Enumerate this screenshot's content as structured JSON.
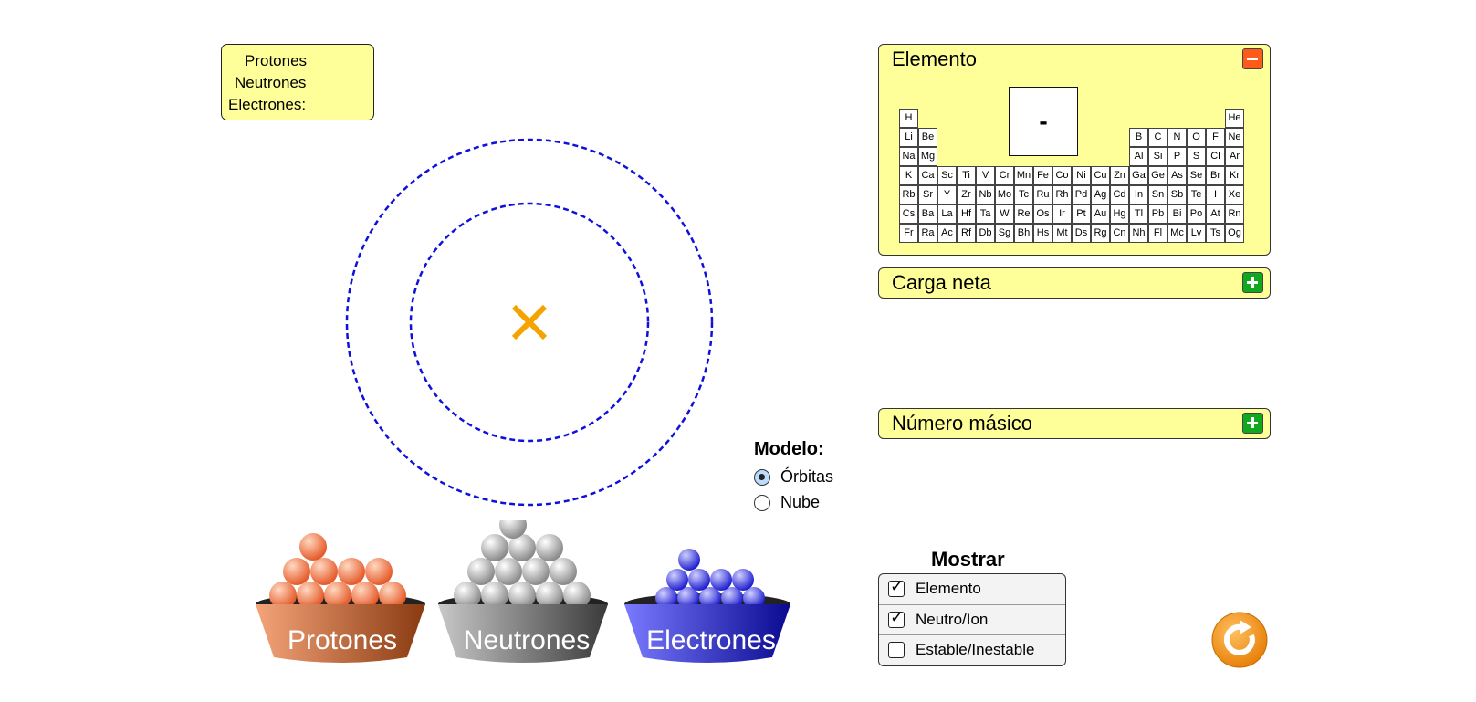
{
  "counts": {
    "protons_label": "Protones",
    "neutrons_label": "Neutrones",
    "electrons_label": "Electrones:"
  },
  "element_panel": {
    "title": "Elemento",
    "toggle": "minus",
    "symbol": "-",
    "periodic_table": [
      {
        "s": "H",
        "r": 0,
        "c": 0
      },
      {
        "s": "He",
        "r": 0,
        "c": 17
      },
      {
        "s": "Li",
        "r": 1,
        "c": 0
      },
      {
        "s": "Be",
        "r": 1,
        "c": 1
      },
      {
        "s": "B",
        "r": 1,
        "c": 12
      },
      {
        "s": "C",
        "r": 1,
        "c": 13
      },
      {
        "s": "N",
        "r": 1,
        "c": 14
      },
      {
        "s": "O",
        "r": 1,
        "c": 15
      },
      {
        "s": "F",
        "r": 1,
        "c": 16
      },
      {
        "s": "Ne",
        "r": 1,
        "c": 17
      },
      {
        "s": "Na",
        "r": 2,
        "c": 0
      },
      {
        "s": "Mg",
        "r": 2,
        "c": 1
      },
      {
        "s": "Al",
        "r": 2,
        "c": 12
      },
      {
        "s": "Si",
        "r": 2,
        "c": 13
      },
      {
        "s": "P",
        "r": 2,
        "c": 14
      },
      {
        "s": "S",
        "r": 2,
        "c": 15
      },
      {
        "s": "Cl",
        "r": 2,
        "c": 16
      },
      {
        "s": "Ar",
        "r": 2,
        "c": 17
      },
      {
        "s": "K",
        "r": 3,
        "c": 0
      },
      {
        "s": "Ca",
        "r": 3,
        "c": 1
      },
      {
        "s": "Sc",
        "r": 3,
        "c": 2
      },
      {
        "s": "Ti",
        "r": 3,
        "c": 3
      },
      {
        "s": "V",
        "r": 3,
        "c": 4
      },
      {
        "s": "Cr",
        "r": 3,
        "c": 5
      },
      {
        "s": "Mn",
        "r": 3,
        "c": 6
      },
      {
        "s": "Fe",
        "r": 3,
        "c": 7
      },
      {
        "s": "Co",
        "r": 3,
        "c": 8
      },
      {
        "s": "Ni",
        "r": 3,
        "c": 9
      },
      {
        "s": "Cu",
        "r": 3,
        "c": 10
      },
      {
        "s": "Zn",
        "r": 3,
        "c": 11
      },
      {
        "s": "Ga",
        "r": 3,
        "c": 12
      },
      {
        "s": "Ge",
        "r": 3,
        "c": 13
      },
      {
        "s": "As",
        "r": 3,
        "c": 14
      },
      {
        "s": "Se",
        "r": 3,
        "c": 15
      },
      {
        "s": "Br",
        "r": 3,
        "c": 16
      },
      {
        "s": "Kr",
        "r": 3,
        "c": 17
      },
      {
        "s": "Rb",
        "r": 4,
        "c": 0
      },
      {
        "s": "Sr",
        "r": 4,
        "c": 1
      },
      {
        "s": "Y",
        "r": 4,
        "c": 2
      },
      {
        "s": "Zr",
        "r": 4,
        "c": 3
      },
      {
        "s": "Nb",
        "r": 4,
        "c": 4
      },
      {
        "s": "Mo",
        "r": 4,
        "c": 5
      },
      {
        "s": "Tc",
        "r": 4,
        "c": 6
      },
      {
        "s": "Ru",
        "r": 4,
        "c": 7
      },
      {
        "s": "Rh",
        "r": 4,
        "c": 8
      },
      {
        "s": "Pd",
        "r": 4,
        "c": 9
      },
      {
        "s": "Ag",
        "r": 4,
        "c": 10
      },
      {
        "s": "Cd",
        "r": 4,
        "c": 11
      },
      {
        "s": "In",
        "r": 4,
        "c": 12
      },
      {
        "s": "Sn",
        "r": 4,
        "c": 13
      },
      {
        "s": "Sb",
        "r": 4,
        "c": 14
      },
      {
        "s": "Te",
        "r": 4,
        "c": 15
      },
      {
        "s": "I",
        "r": 4,
        "c": 16
      },
      {
        "s": "Xe",
        "r": 4,
        "c": 17
      },
      {
        "s": "Cs",
        "r": 5,
        "c": 0
      },
      {
        "s": "Ba",
        "r": 5,
        "c": 1
      },
      {
        "s": "La",
        "r": 5,
        "c": 2
      },
      {
        "s": "Hf",
        "r": 5,
        "c": 3
      },
      {
        "s": "Ta",
        "r": 5,
        "c": 4
      },
      {
        "s": "W",
        "r": 5,
        "c": 5
      },
      {
        "s": "Re",
        "r": 5,
        "c": 6
      },
      {
        "s": "Os",
        "r": 5,
        "c": 7
      },
      {
        "s": "Ir",
        "r": 5,
        "c": 8
      },
      {
        "s": "Pt",
        "r": 5,
        "c": 9
      },
      {
        "s": "Au",
        "r": 5,
        "c": 10
      },
      {
        "s": "Hg",
        "r": 5,
        "c": 11
      },
      {
        "s": "Tl",
        "r": 5,
        "c": 12
      },
      {
        "s": "Pb",
        "r": 5,
        "c": 13
      },
      {
        "s": "Bi",
        "r": 5,
        "c": 14
      },
      {
        "s": "Po",
        "r": 5,
        "c": 15
      },
      {
        "s": "At",
        "r": 5,
        "c": 16
      },
      {
        "s": "Rn",
        "r": 5,
        "c": 17
      },
      {
        "s": "Fr",
        "r": 6,
        "c": 0
      },
      {
        "s": "Ra",
        "r": 6,
        "c": 1
      },
      {
        "s": "Ac",
        "r": 6,
        "c": 2
      },
      {
        "s": "Rf",
        "r": 6,
        "c": 3
      },
      {
        "s": "Db",
        "r": 6,
        "c": 4
      },
      {
        "s": "Sg",
        "r": 6,
        "c": 5
      },
      {
        "s": "Bh",
        "r": 6,
        "c": 6
      },
      {
        "s": "Hs",
        "r": 6,
        "c": 7
      },
      {
        "s": "Mt",
        "r": 6,
        "c": 8
      },
      {
        "s": "Ds",
        "r": 6,
        "c": 9
      },
      {
        "s": "Rg",
        "r": 6,
        "c": 10
      },
      {
        "s": "Cn",
        "r": 6,
        "c": 11
      },
      {
        "s": "Nh",
        "r": 6,
        "c": 12
      },
      {
        "s": "Fl",
        "r": 6,
        "c": 13
      },
      {
        "s": "Mc",
        "r": 6,
        "c": 14
      },
      {
        "s": "Lv",
        "r": 6,
        "c": 15
      },
      {
        "s": "Ts",
        "r": 6,
        "c": 16
      },
      {
        "s": "Og",
        "r": 6,
        "c": 17
      }
    ]
  },
  "carga_panel": {
    "title": "Carga neta",
    "toggle": "plus"
  },
  "masico_panel": {
    "title": "Número másico",
    "toggle": "plus"
  },
  "modelo": {
    "title": "Modelo:",
    "options": [
      {
        "label": "Órbitas",
        "selected": true
      },
      {
        "label": "Nube",
        "selected": false
      }
    ]
  },
  "mostrar": {
    "title": "Mostrar",
    "options": [
      {
        "label": "Elemento",
        "checked": true
      },
      {
        "label": "Neutro/Ion",
        "checked": true
      },
      {
        "label": "Estable/Inestable",
        "checked": false
      }
    ]
  },
  "buckets": [
    {
      "label": "Protones",
      "color": "#e8743f"
    },
    {
      "label": "Neutrones",
      "color": "#8a8a8a"
    },
    {
      "label": "Electrones",
      "color": "#3a3adf"
    }
  ],
  "colors": {
    "panel_bg": "#ffff99",
    "orbit": "#1010dd",
    "nucleus_marker": "#f5a300",
    "reset": "#f7941d"
  },
  "icons": {
    "nucleus": "x-marker-icon",
    "reset": "reset-arrow-icon"
  }
}
